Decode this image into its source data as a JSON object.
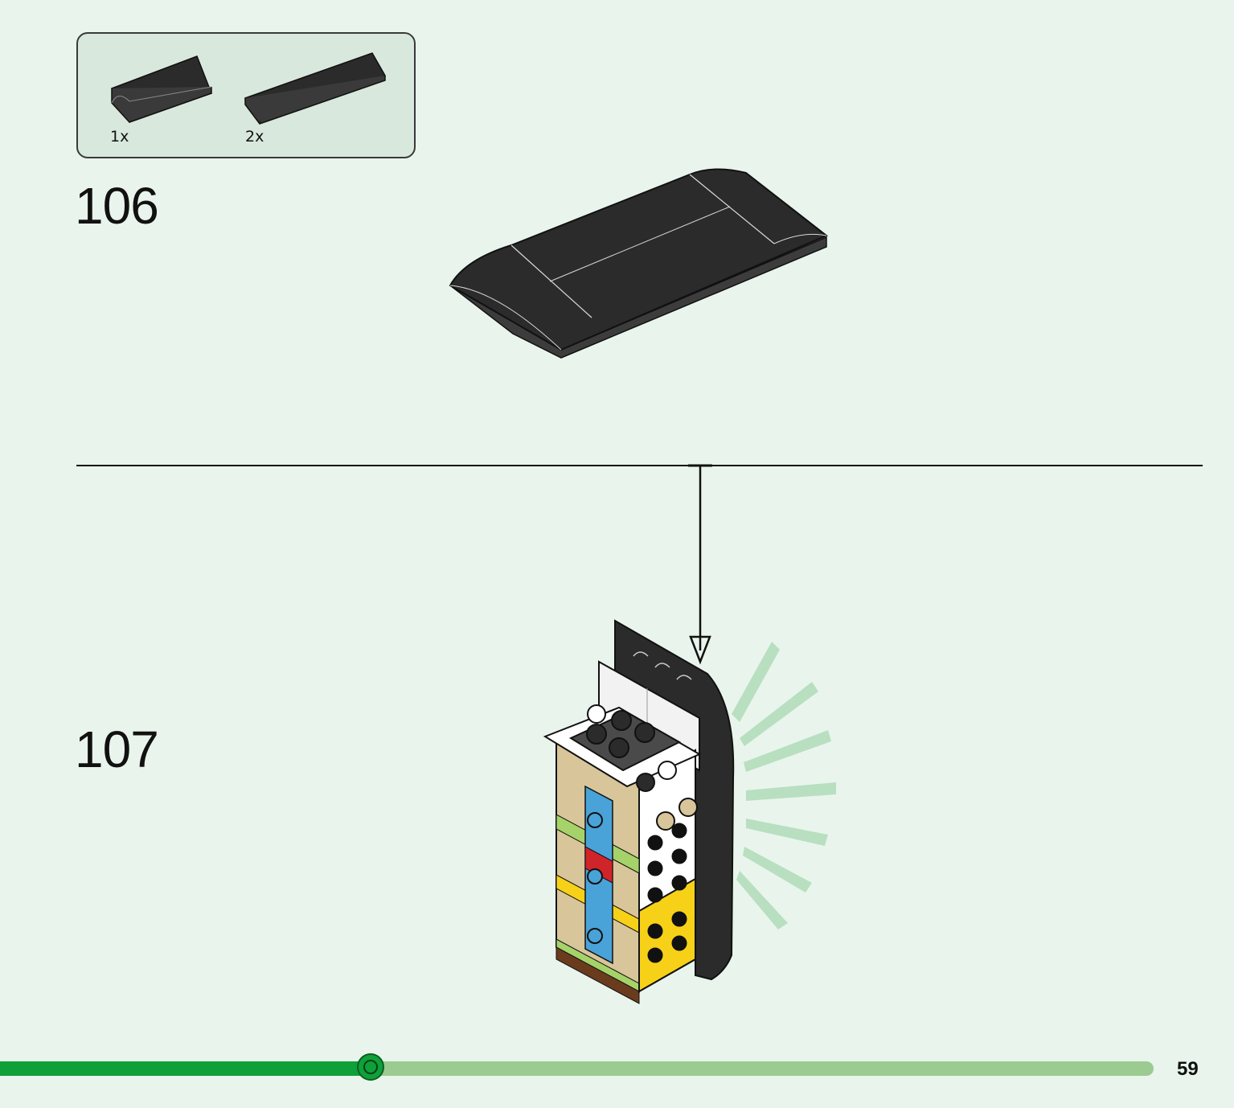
{
  "parts_callout": {
    "items": [
      {
        "quantity": "1x",
        "icon": "curved-slope-black-icon",
        "color": "#2b2b2b"
      },
      {
        "quantity": "2x",
        "icon": "curved-slope-long-black-icon",
        "color": "#2b2b2b"
      }
    ]
  },
  "steps": [
    {
      "number": "106"
    },
    {
      "number": "107"
    }
  ],
  "page_number": "59",
  "progress": {
    "fraction": 0.321
  },
  "colors": {
    "background": "#e9f5ec",
    "callout_background": "#d8e8dc",
    "progress_done": "#0fa03a",
    "progress_remaining": "#9ccb92",
    "brick_black": "#2b2b2b",
    "brick_tan": "#d9c59a",
    "brick_yellow": "#f7d117",
    "brick_lime": "#a5d36a",
    "brick_blue": "#4aa3d8",
    "brick_red": "#d0242b"
  }
}
